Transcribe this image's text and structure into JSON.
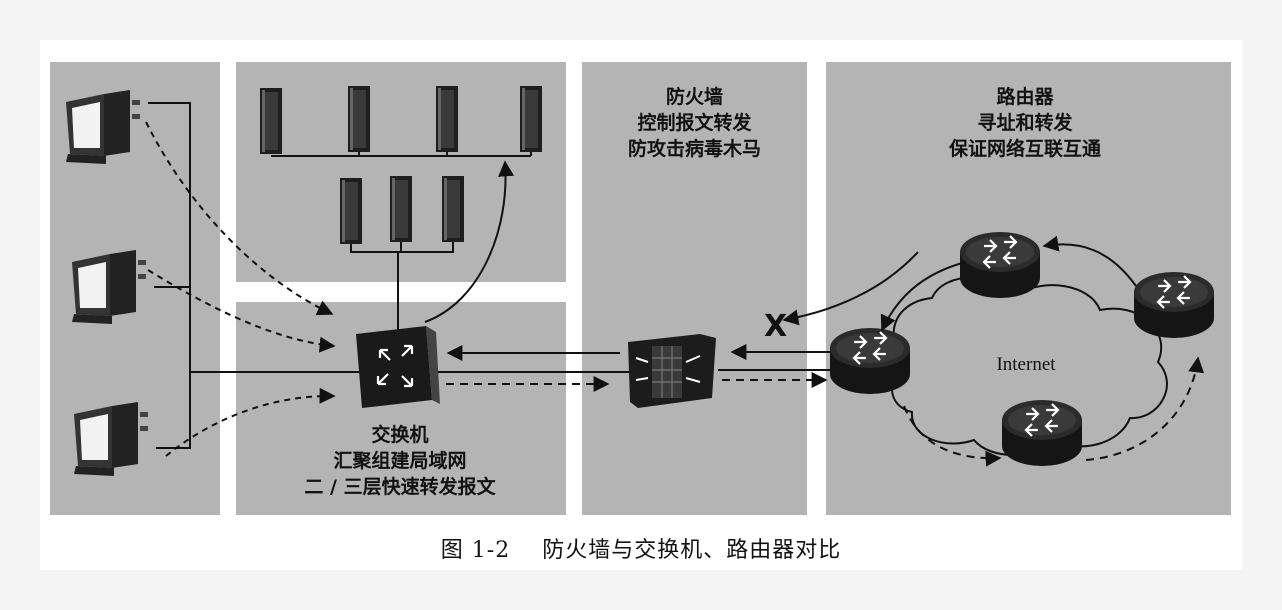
{
  "colors": {
    "panel": "#b4b4b4",
    "device_dark": "#2a2a2a",
    "line": "#111111"
  },
  "firewall": {
    "title": "防火墙",
    "line1": "控制报文转发",
    "line2": "防攻击病毒木马"
  },
  "router": {
    "title": "路由器",
    "line1": "寻址和转发",
    "line2": "保证网络互联互通"
  },
  "switch": {
    "title": "交换机",
    "line1": "汇聚组建局域网",
    "line2": "二 / 三层快速转发报文"
  },
  "cloud_label": "Internet",
  "blocked_mark": "X",
  "caption": {
    "number": "图 1-2",
    "text": "防火墙与交换机、路由器对比"
  },
  "icons": [
    "pc-icon",
    "server-icon",
    "switch-icon",
    "firewall-icon",
    "router-icon",
    "cloud-icon",
    "blocked-x-icon"
  ]
}
